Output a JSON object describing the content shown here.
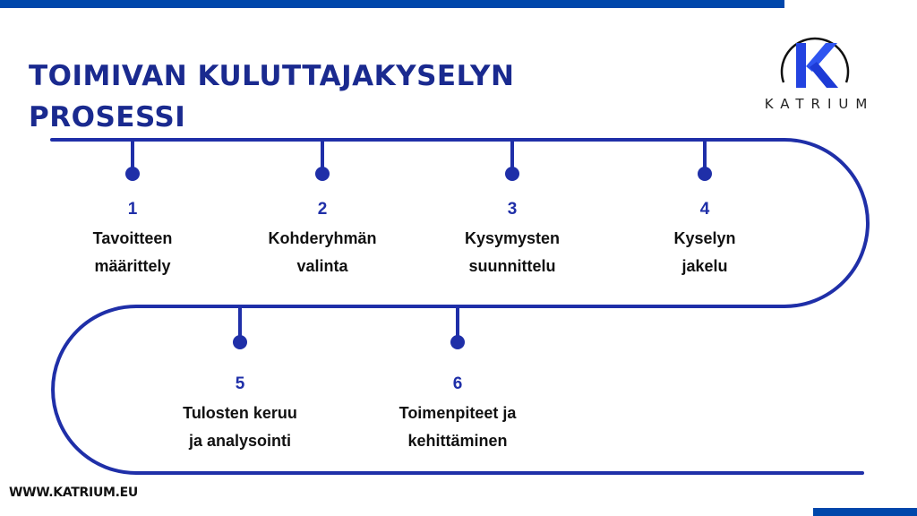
{
  "header": {
    "title_line1": "TOIMIVAN KULUTTAJAKYSELYN",
    "title_line2": "PROSESSI"
  },
  "logo": {
    "letter": "K",
    "wordmark": "KATRIUM",
    "icon": "k-circle-logo-icon"
  },
  "colors": {
    "accent": "#1f2fa8",
    "bar": "#0047ab",
    "title": "#1a2a8f",
    "text": "#111111"
  },
  "steps": [
    {
      "number": "1",
      "label": "Tavoitteen\nmäärittely"
    },
    {
      "number": "2",
      "label": "Kohderyhmän\nvalinta"
    },
    {
      "number": "3",
      "label": "Kysymysten\nsuunnittelu"
    },
    {
      "number": "4",
      "label": "Kyselyn\njakelu"
    },
    {
      "number": "5",
      "label": "Tulosten keruu\nja analysointi"
    },
    {
      "number": "6",
      "label": "Toimenpiteet ja\nkehittäminen"
    }
  ],
  "footer": {
    "url": "WWW.KATRIUM.EU"
  }
}
